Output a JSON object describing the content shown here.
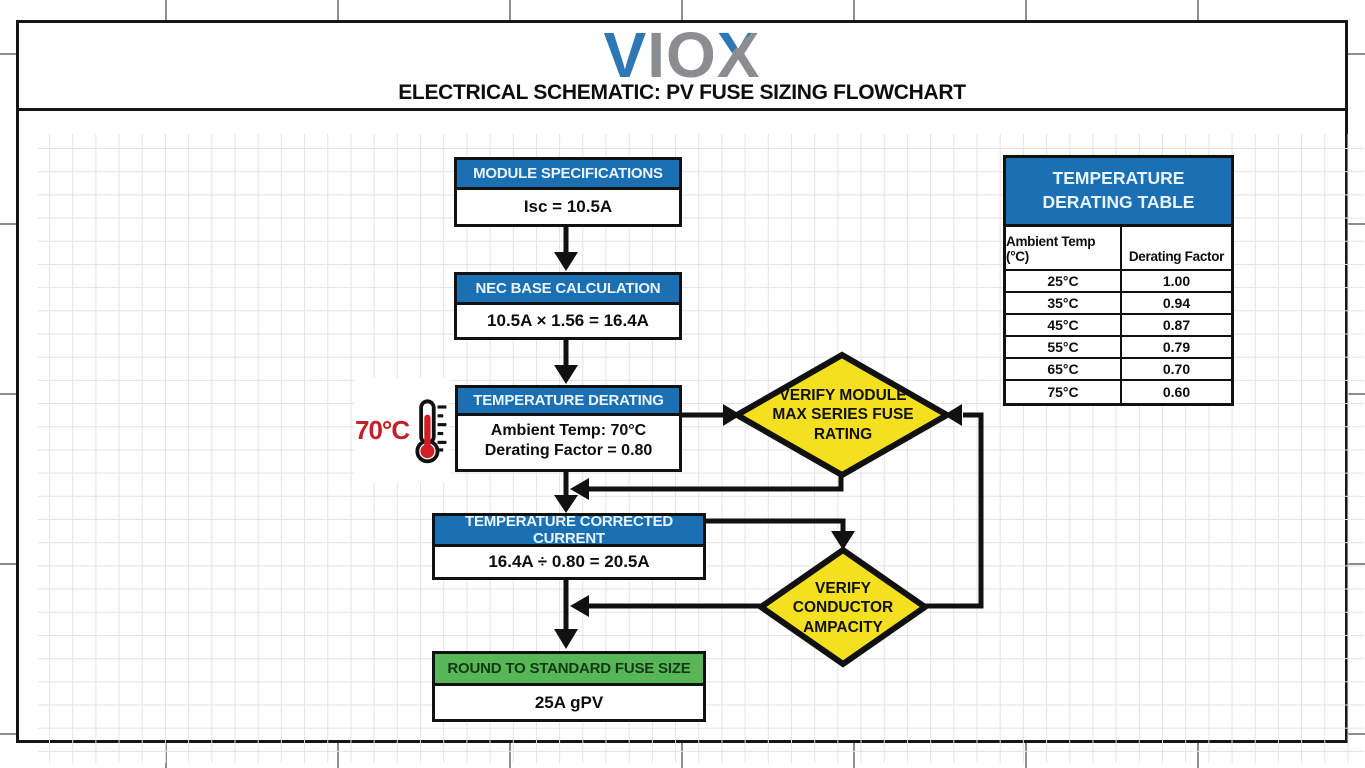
{
  "header": {
    "logo_v": "V",
    "logo_io": "IO",
    "logo_x": "X",
    "title": "ELECTRICAL SCHEMATIC: PV FUSE SIZING FLOWCHART"
  },
  "flowchart": {
    "module_spec": {
      "header": "MODULE SPECIFICATIONS",
      "body": "Isc = 10.5A"
    },
    "nec_base": {
      "header": "NEC BASE CALCULATION",
      "body": "10.5A × 1.56 = 16.4A"
    },
    "temp_derating": {
      "header": "TEMPERATURE DERATING",
      "line1": "Ambient Temp: 70°C",
      "line2": "Derating Factor = 0.80"
    },
    "temp_callout": "70°C",
    "diamond_fuse": "VERIFY MODULE\nMAX SERIES FUSE\nRATING",
    "diamond_conductor": "VERIFY\nCONDUCTOR\nAMPACITY",
    "temp_corrected": {
      "header": "TEMPERATURE CORRECTED CURRENT",
      "body": "16.4A ÷ 0.80 = 20.5A"
    },
    "round_fuse": {
      "header": "ROUND TO STANDARD FUSE SIZE",
      "body": "25A gPV"
    }
  },
  "table": {
    "title": "TEMPERATURE\nDERATING TABLE",
    "col1": "Ambient Temp (°C)",
    "col2": "Derating Factor",
    "rows": [
      {
        "temp": "25°C",
        "factor": "1.00"
      },
      {
        "temp": "35°C",
        "factor": "0.94"
      },
      {
        "temp": "45°C",
        "factor": "0.87"
      },
      {
        "temp": "55°C",
        "factor": "0.79"
      },
      {
        "temp": "65°C",
        "factor": "0.70"
      },
      {
        "temp": "75°C",
        "factor": "0.60"
      }
    ]
  },
  "colors": {
    "header_blue": "#1b70b4",
    "header_green": "#57b757",
    "diamond_yellow": "#f5e01f",
    "accent_red": "#c32127",
    "logo_blue": "#2e77b5",
    "logo_gray": "#8b8e91"
  }
}
